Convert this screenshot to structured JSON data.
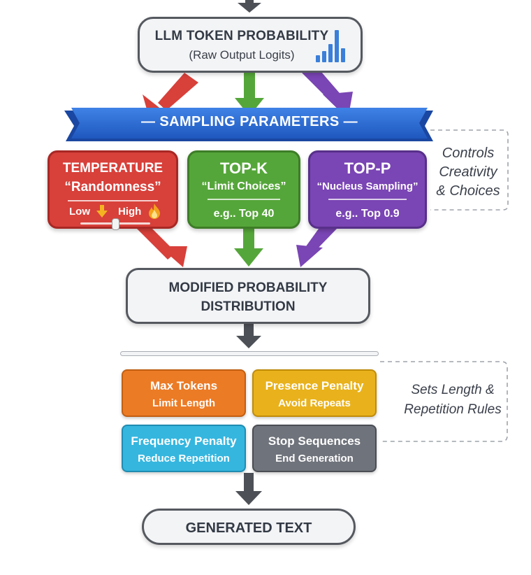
{
  "top_node": {
    "title": "LLM TOKEN PROBABILITY",
    "subtitle": "(Raw Output Logits)",
    "icon": "bar-chart-icon"
  },
  "banner": {
    "label": "— SAMPLING PARAMETERS —",
    "color": "#2f6fd6"
  },
  "parameters": [
    {
      "title": "TEMPERATURE",
      "subtitle": "“Randomness”",
      "low": "Low",
      "high": "High",
      "level": 0.5,
      "color": "#d8403a"
    },
    {
      "title": "TOP-K",
      "subtitle": "“Limit Choices”",
      "example": "e.g.. Top 40",
      "color": "#55a63a"
    },
    {
      "title": "TOP-P",
      "subtitle": "“Nucleus Sampling”",
      "example": "e.g.. Top 0.9",
      "color": "#7a45b4"
    }
  ],
  "note_parameters": [
    "Controls",
    "Creativity",
    "& Choices"
  ],
  "modified_node": {
    "line1": "MODIFIED PROBABILITY",
    "line2": "DISTRIBUTION"
  },
  "controls": [
    {
      "title": "Max Tokens",
      "subtitle": "Limit Length",
      "color": "#ec7b25"
    },
    {
      "title": "Presence Penalty",
      "subtitle": "Avoid Repeats",
      "color": "#e9b21c"
    },
    {
      "title": "Frequency Penalty",
      "subtitle": "Reduce Repetition",
      "color": "#35b6df"
    },
    {
      "title": "Stop Sequences",
      "subtitle": "End Generation",
      "color": "#6f737b"
    }
  ],
  "note_controls": [
    "Sets Length &",
    "Repetition Rules"
  ],
  "output_node": {
    "label": "GENERATED TEXT"
  }
}
